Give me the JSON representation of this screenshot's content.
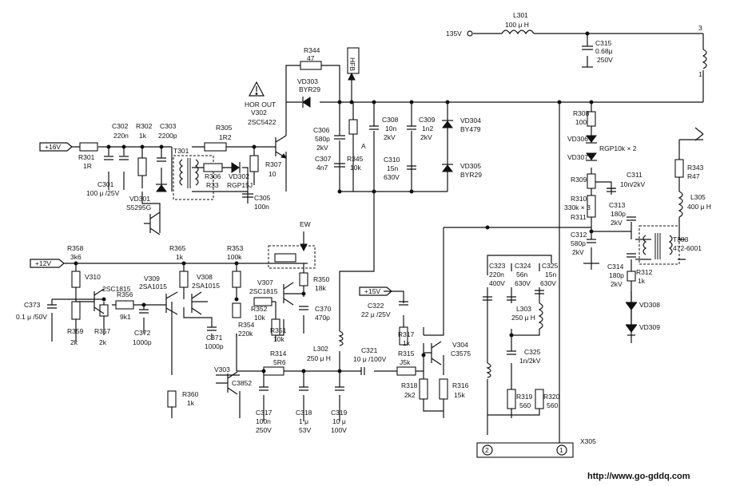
{
  "nets": {
    "v135": "135V",
    "v16": "+16V",
    "v12": "+12V",
    "v15": "+15V",
    "hfb": "HFB",
    "ew": "EW",
    "node_a": "A",
    "hor_out": "HOR OUT"
  },
  "parts": {
    "L301": [
      "L301",
      "100 μ H"
    ],
    "C315": [
      "C315",
      "0.68μ",
      "250V"
    ],
    "R344": [
      "R344",
      "47"
    ],
    "VD303": [
      "VD303",
      "BYR29"
    ],
    "V302": [
      "V302",
      "2SC5422"
    ],
    "C302": [
      "C302",
      "220n"
    ],
    "R302": [
      "R302",
      "1k"
    ],
    "C303": [
      "C303",
      "2200p"
    ],
    "R305": [
      "R305",
      "1R2"
    ],
    "T301": [
      "T301"
    ],
    "R301": [
      "R301",
      "1R"
    ],
    "C301": [
      "C301",
      "100 μ /25V"
    ],
    "R306": [
      "R306",
      "R33"
    ],
    "VD302": [
      "VD302",
      "RGP15J"
    ],
    "R307": [
      "R307",
      "10"
    ],
    "VD301": [
      "VD301",
      "S5295G"
    ],
    "C305": [
      "C305",
      "100n"
    ],
    "C306": [
      "C306",
      "580p",
      "2kV"
    ],
    "C307": [
      "C307",
      "4n7"
    ],
    "R345": [
      "R345",
      "10k"
    ],
    "C308": [
      "C308",
      "10n",
      "2kV"
    ],
    "C309": [
      "C309",
      "1n2",
      "2kV"
    ],
    "C310": [
      "C310",
      "15n",
      "630V"
    ],
    "VD304": [
      "VD304",
      "BY479"
    ],
    "VD305": [
      "VD305",
      "BYR29"
    ],
    "R308": [
      "R308",
      "100"
    ],
    "VD306": [
      "VD306"
    ],
    "VD307": [
      "VD307"
    ],
    "VD306_307": "RGP10k × 2",
    "R309": [
      "R309"
    ],
    "C311": [
      "C311",
      "10n/2kV"
    ],
    "R310": [
      "R310"
    ],
    "R310_311": "330k × 3",
    "R311": [
      "R311"
    ],
    "C313": [
      "C313",
      "180p",
      "2kV"
    ],
    "C312": [
      "C312",
      "580p",
      "2kV"
    ],
    "C314": [
      "C314",
      "180p",
      "2kV"
    ],
    "R343": [
      "R343",
      "R47"
    ],
    "L305": [
      "L305",
      "400 μ H"
    ],
    "T303": [
      "T303",
      "472-6001"
    ],
    "R312": [
      "R312",
      "1k"
    ],
    "VD308": [
      "VD308"
    ],
    "VD309": [
      "VD309"
    ],
    "R358": [
      "R358",
      "3k6"
    ],
    "V310": [
      "V310"
    ],
    "2SC1815a": [
      "2SC1815"
    ],
    "R365": [
      "R365",
      "1k"
    ],
    "V309": [
      "V309",
      "2SA1015"
    ],
    "V308": [
      "V308",
      "2SA1015"
    ],
    "R353": [
      "R353",
      "100k"
    ],
    "V307": [
      "V307",
      "2SC1815"
    ],
    "R350": [
      "R350",
      "18k"
    ],
    "C373": [
      "C373",
      "0.1 μ /50V"
    ],
    "R356": [
      "R356",
      "9k1"
    ],
    "R352": [
      "R352",
      "10k"
    ],
    "C370": [
      "C370",
      "470p"
    ],
    "R359": [
      "R359",
      "2k"
    ],
    "R357": [
      "R357",
      "2k"
    ],
    "C372": [
      "C372",
      "1000p"
    ],
    "C371": [
      "C371",
      "1000p"
    ],
    "R354": [
      "R354",
      "220k"
    ],
    "R351": [
      "R351",
      "10k"
    ],
    "C323": [
      "C323",
      "220n",
      "400V"
    ],
    "C324": [
      "C324",
      "56n",
      "630V"
    ],
    "C325a": [
      "C325",
      "15n",
      "630V"
    ],
    "L303": [
      "L303",
      "250 μ H"
    ],
    "C325b": [
      "C325",
      "1n/2kV"
    ],
    "C322": [
      "C322",
      "22 μ /25V"
    ],
    "R317": [
      "R317",
      "1k"
    ],
    "R315": [
      "R315",
      "J5k"
    ],
    "V304": [
      "V304",
      "C3575"
    ],
    "R314": [
      "R314",
      "5R6"
    ],
    "L302": [
      "L302",
      "250 μ H"
    ],
    "C321": [
      "C321",
      "10 μ /100V"
    ],
    "V303": [
      "V303"
    ],
    "C3852": [
      "C3852"
    ],
    "R360": [
      "R360",
      "1k"
    ],
    "R318": [
      "R318",
      "2k2"
    ],
    "R316": [
      "R316",
      "15k"
    ],
    "R319": [
      "R319",
      "560"
    ],
    "R320": [
      "R320",
      "560"
    ],
    "C317": [
      "C317",
      "100n",
      "250V"
    ],
    "C318": [
      "C318",
      "1 μ",
      "53V"
    ],
    "C319": [
      "C319",
      "10 μ",
      "100V"
    ],
    "X305": [
      "X305"
    ]
  },
  "connector": {
    "pin2": "2",
    "pin1": "1"
  },
  "transformer_pins": {
    "p3": "3",
    "p1": "1"
  },
  "warning_icon": "warning-triangle-icon",
  "footer_url": "http://www.go-gddq.com"
}
